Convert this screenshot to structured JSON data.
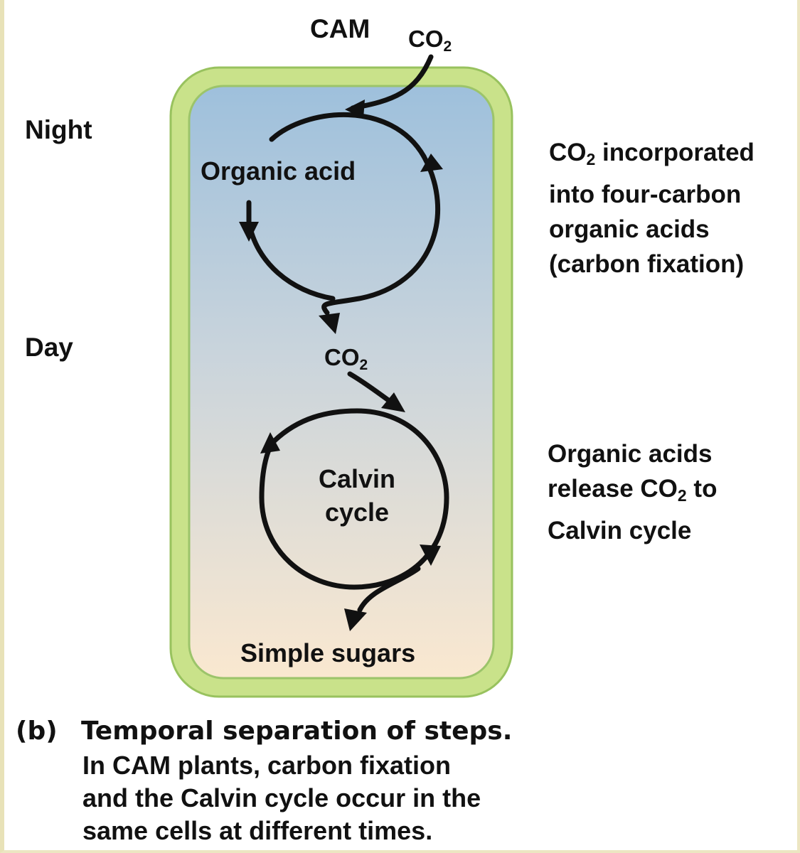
{
  "figure": {
    "title": "CAM",
    "phases": {
      "night": "Night",
      "day": "Day"
    },
    "co2_top": {
      "main": "CO",
      "sub": "2"
    },
    "co2_middle": {
      "main": "CO",
      "sub": "2"
    },
    "nodes": {
      "organic_acid": "Organic acid",
      "calvin_line1": "Calvin",
      "calvin_line2": "cycle",
      "simple_sugars": "Simple sugars"
    },
    "descriptions": {
      "night": {
        "line1_a": "CO",
        "line1_sub": "2",
        "line1_b": " incorporated",
        "line2": "into four-carbon",
        "line3": "organic acids",
        "line4": "(carbon fixation)"
      },
      "day": {
        "line1": "Organic acids",
        "line2_a": "release CO",
        "line2_sub": "2",
        "line2_b": " to",
        "line3": "Calvin cycle"
      }
    },
    "caption": {
      "label": "(b)",
      "title": "Temporal separation of steps.",
      "line1": "In CAM plants, carbon fixation",
      "line2": "and the Calvin cycle occur in the",
      "line3": "same cells at different times."
    },
    "colors": {
      "cell_wall": "#c9e28a",
      "cell_wall_edge": "#98c25e",
      "cell_top": "#9ec0dc",
      "cell_bottom": "#fae8d0",
      "arrow": "#111111"
    }
  }
}
